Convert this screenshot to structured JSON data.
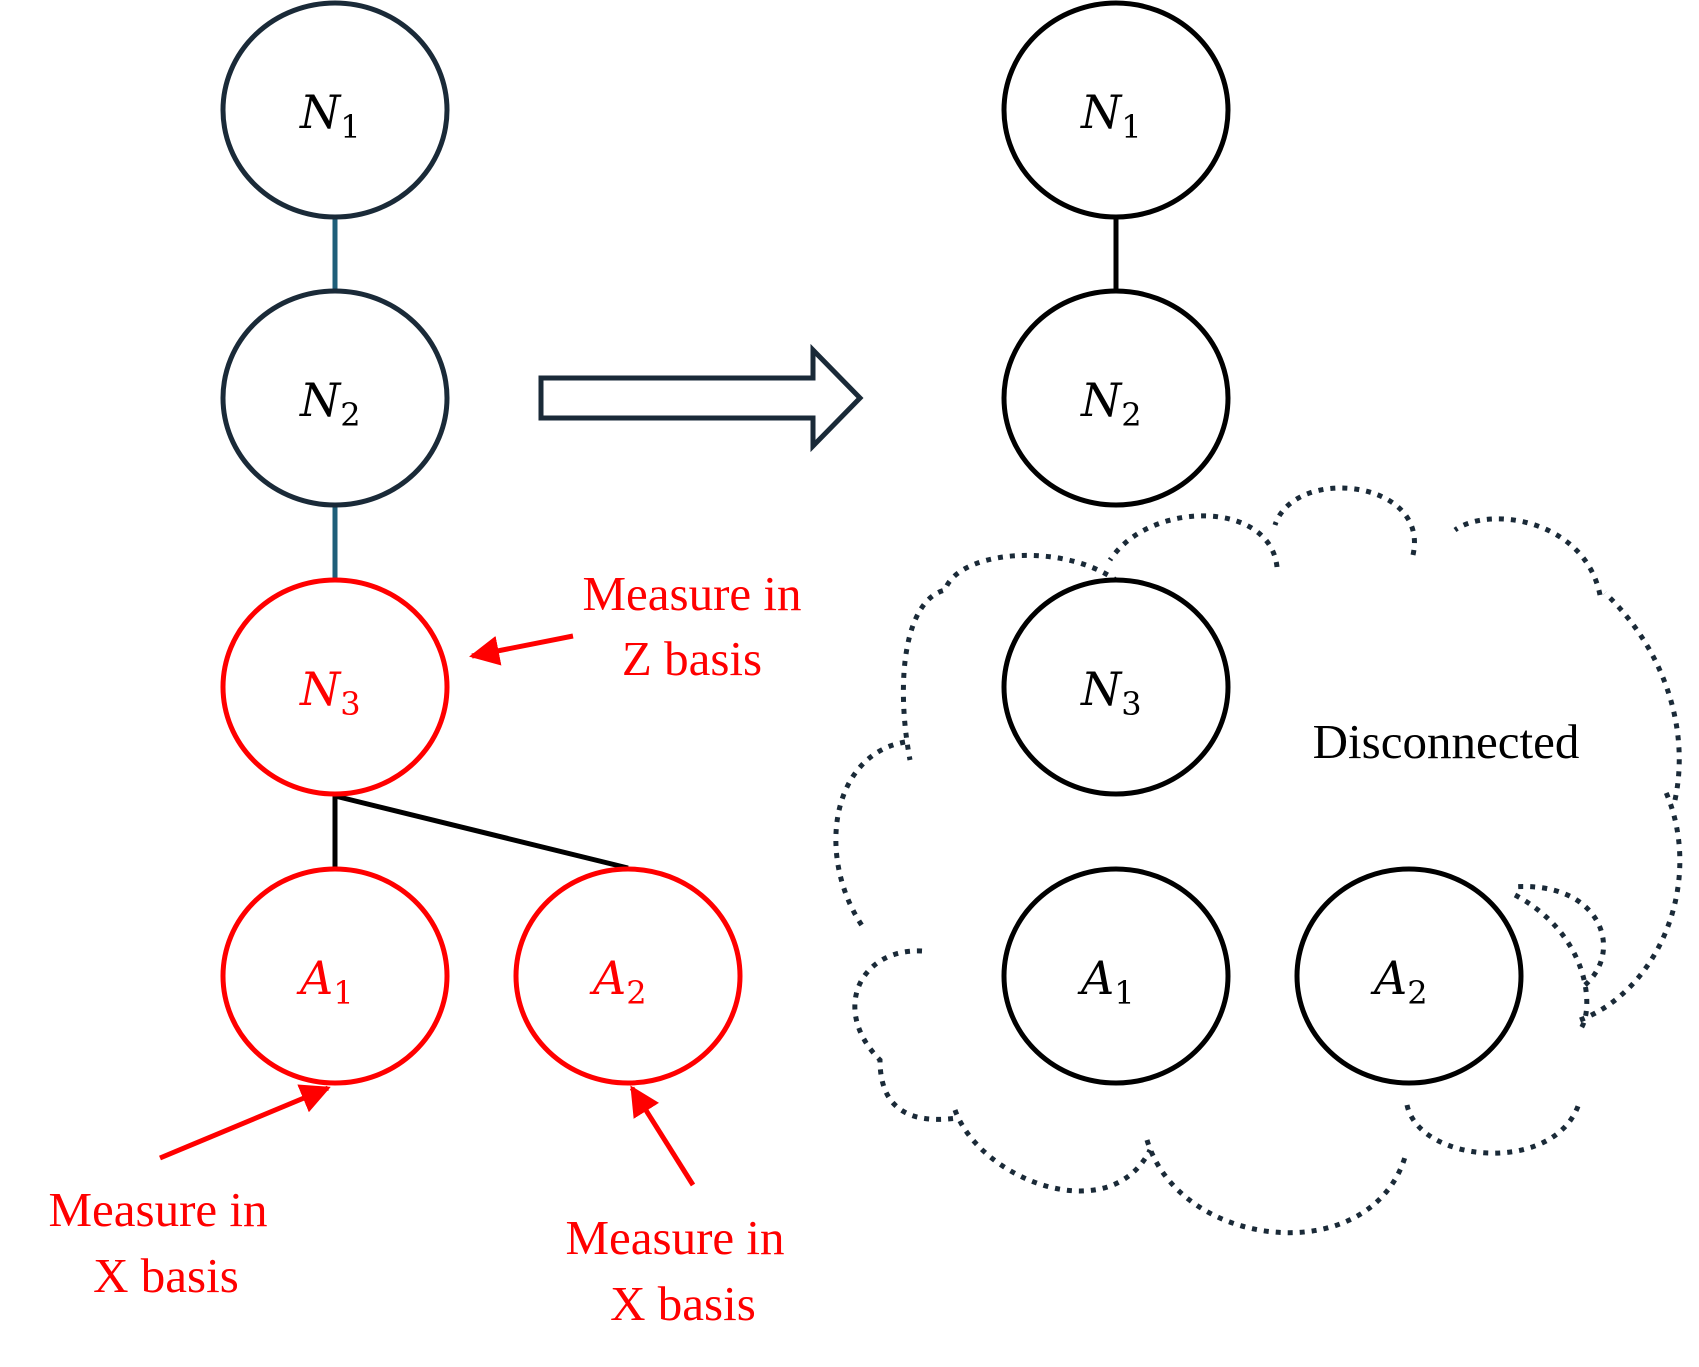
{
  "colors": {
    "edge_blue": "#1f5f7a",
    "dark": "#1a2a38",
    "black": "#000000",
    "red": "#ff0000",
    "cloud": "#1a2a38"
  },
  "left": {
    "nodes": {
      "n1": {
        "base": "N",
        "sub": "1"
      },
      "n2": {
        "base": "N",
        "sub": "2"
      },
      "n3": {
        "base": "N",
        "sub": "3"
      },
      "a1": {
        "base": "A",
        "sub": "1"
      },
      "a2": {
        "base": "A",
        "sub": "2"
      }
    },
    "annotations": {
      "z": {
        "line1": "Measure in",
        "line2": "Z basis"
      },
      "x1": {
        "line1": "Measure in",
        "line2": "X basis"
      },
      "x2": {
        "line1": "Measure in",
        "line2": "X basis"
      }
    }
  },
  "right": {
    "nodes": {
      "n1": {
        "base": "N",
        "sub": "1"
      },
      "n2": {
        "base": "N",
        "sub": "2"
      },
      "n3": {
        "base": "N",
        "sub": "3"
      },
      "a1": {
        "base": "A",
        "sub": "1"
      },
      "a2": {
        "base": "A",
        "sub": "2"
      }
    },
    "cloud_label": "Disconnected"
  }
}
